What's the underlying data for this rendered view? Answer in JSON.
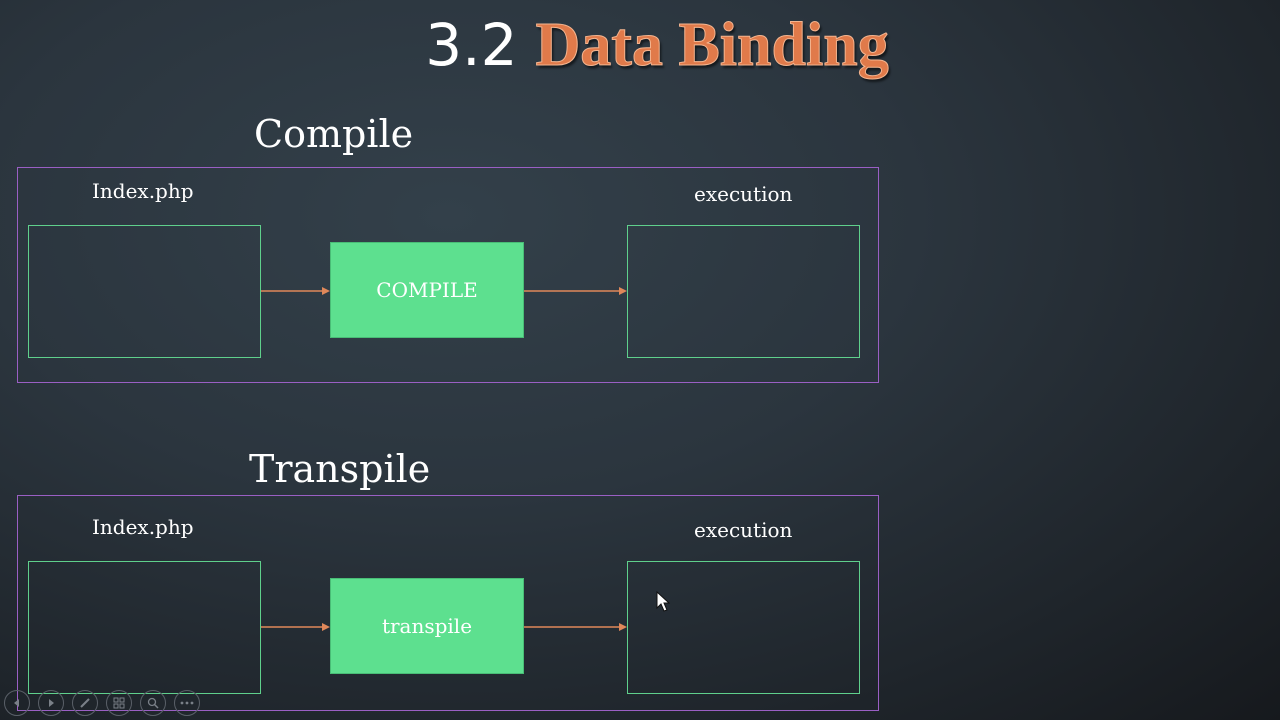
{
  "title": {
    "number": "3.2",
    "text": "Data Binding"
  },
  "sections": [
    {
      "heading": "Compile",
      "source_label": "Index.php",
      "target_label": "execution",
      "process_label": "COMPILE"
    },
    {
      "heading": "Transpile",
      "source_label": "Index.php",
      "target_label": "execution",
      "process_label": "transpile"
    }
  ],
  "colors": {
    "title_accent": "#e07a4a",
    "frame_border": "#9a5fc4",
    "box_border": "#5fd08c",
    "process_fill": "#5de08f",
    "arrow": "#e0885a"
  },
  "toolbar": {
    "icons": [
      "previous-icon",
      "next-icon",
      "pen-icon",
      "slides-icon",
      "zoom-icon",
      "more-icon"
    ]
  }
}
